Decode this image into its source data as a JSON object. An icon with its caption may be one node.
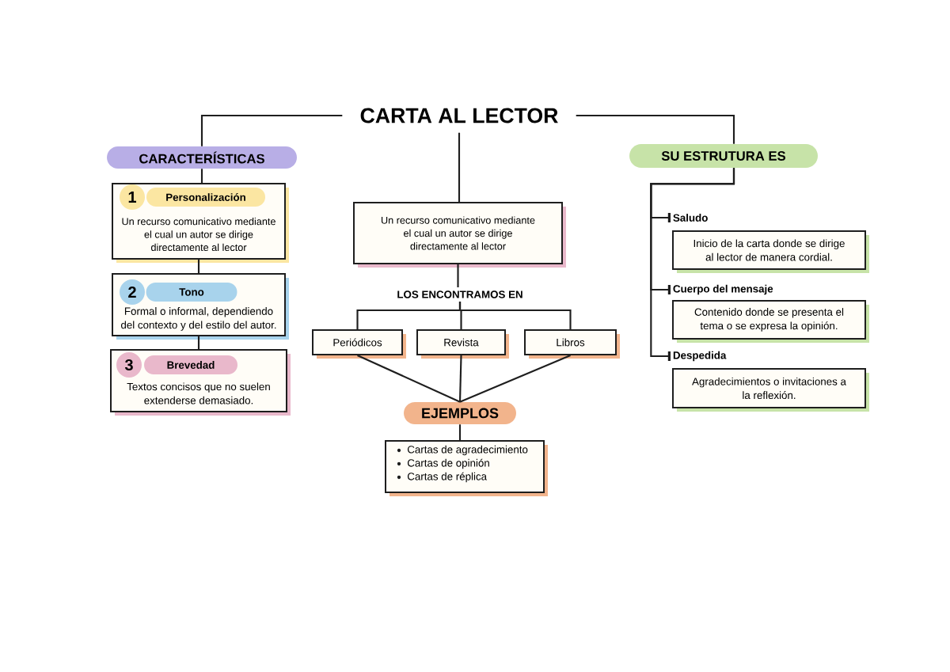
{
  "diagram": {
    "nodes": [
      {
        "text": [
          "CARTA AL LECTOR"
        ]
      },
      {
        "text": [
          "CARACTERÍSTICAS"
        ]
      },
      {
        "text": [
          "Un recurso comunicativo mediante el cual un autor se dirige directamente al lector"
        ]
      },
      {
        "text": [
          "1"
        ],
        "in": 2
      },
      {
        "text": [
          "Personalización"
        ],
        "in": 2
      },
      {
        "text": [
          "Formal o informal, dependiendo del contexto y del estilo del autor."
        ]
      },
      {
        "text": [
          "2"
        ],
        "in": 5
      },
      {
        "text": [
          "Tono"
        ],
        "in": 5
      },
      {
        "text": [
          "Textos concisos que no suelen extenderse demasiado."
        ]
      },
      {
        "text": [
          "3"
        ],
        "in": 8
      },
      {
        "text": [
          "Brevedad"
        ],
        "in": 8
      },
      {
        "text": [
          "Un recurso comunicativo mediante el cual un autor se dirige directamente al lector"
        ]
      },
      {
        "text": [
          "LOS ENCONTRAMOS EN"
        ]
      },
      {
        "text": [
          "Periódicos"
        ]
      },
      {
        "text": [
          "Revista"
        ]
      },
      {
        "text": [
          "Libros"
        ]
      },
      {
        "text": [
          "EJEMPLOS"
        ]
      },
      {
        "text": [
          "Cartas de agradecimiento",
          "Cartas de opinión",
          "Cartas de réplica"
        ]
      },
      {
        "text": [
          "SU ESTRUTURA ES"
        ]
      },
      {
        "text": [
          "Saludo",
          "Inicio de la carta donde se dirige al lector de manera cordial."
        ]
      },
      {
        "text": [
          "Cuerpo del mensaje",
          "Contenido donde se presenta el tema o se expresa la opinión."
        ]
      },
      {
        "text": [
          "Despedida",
          "Agradecimientos o invitaciones a la reflexión."
        ]
      }
    ],
    "edges": [
      {
        "from": 0,
        "to": 1,
        "arrow": "none"
      },
      {
        "from": 1,
        "to": 2,
        "arrow": "none"
      },
      {
        "from": 2,
        "to": 5,
        "arrow": "none"
      },
      {
        "from": 5,
        "to": 8,
        "arrow": "none"
      },
      {
        "from": 0,
        "to": 11,
        "arrow": "none"
      },
      {
        "from": 11,
        "to": 12,
        "arrow": "none"
      },
      {
        "from": 12,
        "to": 13,
        "arrow": "none"
      },
      {
        "from": 12,
        "to": 14,
        "arrow": "none"
      },
      {
        "from": 12,
        "to": 15,
        "arrow": "none"
      },
      {
        "from": 13,
        "to": 16,
        "arrow": "none"
      },
      {
        "from": 14,
        "to": 16,
        "arrow": "none"
      },
      {
        "from": 15,
        "to": 16,
        "arrow": "none"
      },
      {
        "from": 16,
        "to": 17,
        "arrow": "none"
      },
      {
        "from": 0,
        "to": 18,
        "arrow": "none"
      },
      {
        "from": 18,
        "to": 19,
        "arrow": "other"
      },
      {
        "from": 18,
        "to": 20,
        "arrow": "other"
      },
      {
        "from": 18,
        "to": 21,
        "arrow": "other"
      }
    ]
  }
}
